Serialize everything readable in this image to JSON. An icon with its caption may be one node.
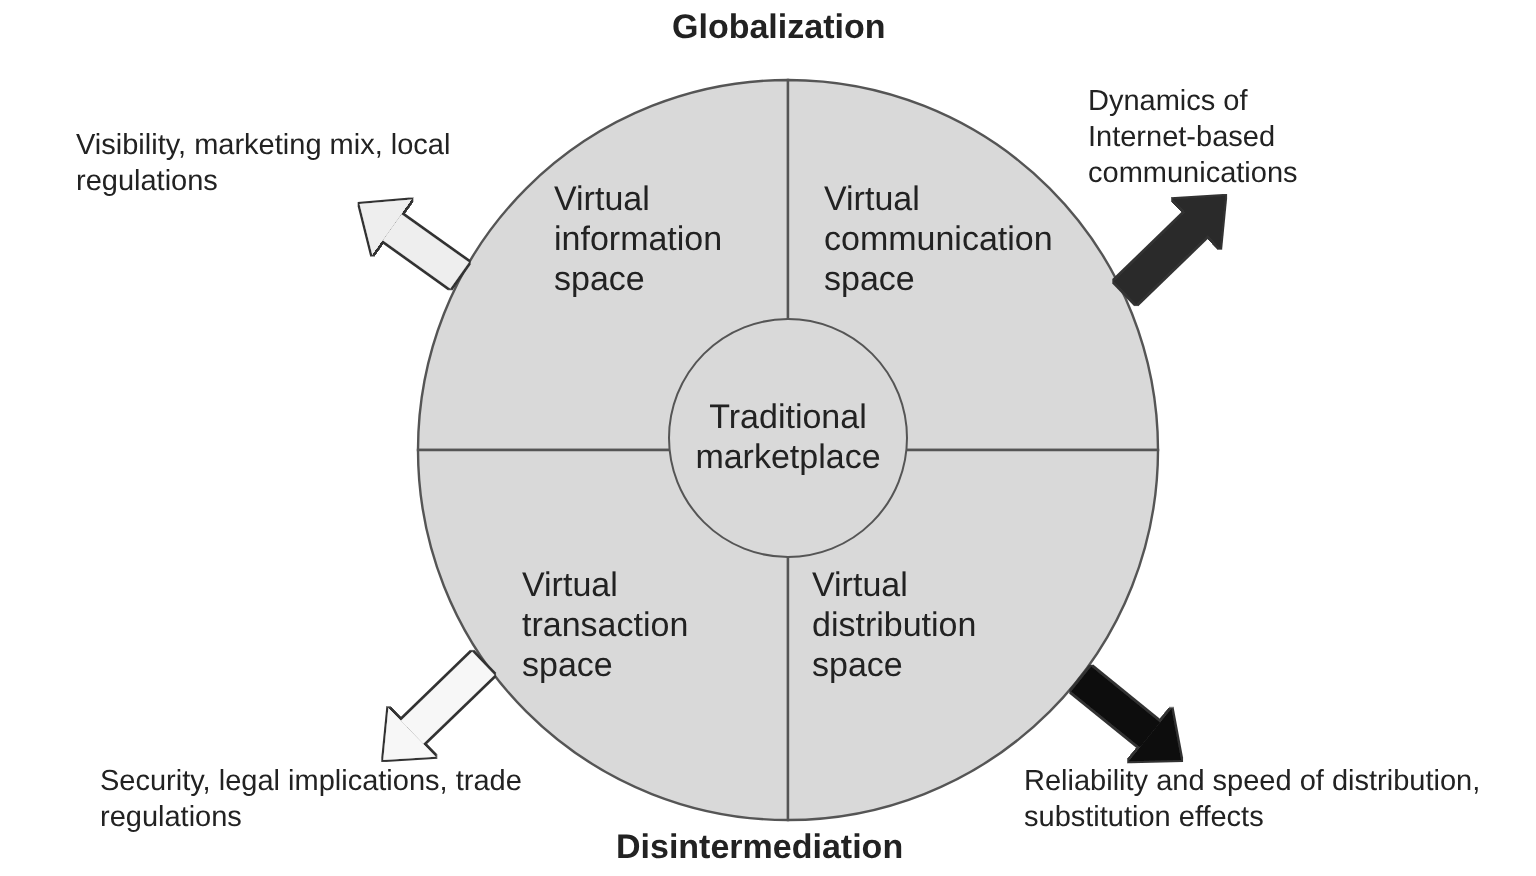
{
  "diagram": {
    "nodes": [
      {
        "text": [],
        "shape": "circle"
      },
      {
        "text": [
          "Virtual information space"
        ],
        "in": 0
      },
      {
        "text": [
          "Virtual communication space"
        ],
        "in": 0
      },
      {
        "text": [
          "Traditional marketplace"
        ],
        "in": 0
      },
      {
        "text": [
          "Virtual transaction space"
        ],
        "in": 0
      },
      {
        "text": [
          "Virtual distribution space"
        ],
        "in": 0
      },
      {
        "text": [
          "Visibility, marketing mix, local regulations"
        ]
      },
      {
        "text": [
          "Dynamics of Internet-based communications"
        ]
      },
      {
        "text": [
          "Security, legal implications, trade regulations"
        ]
      },
      {
        "text": [
          "Reliability and speed of distribution, substitution effects"
        ]
      }
    ],
    "edges": [
      {
        "from": 1,
        "to": 6,
        "arrow": "to",
        "color": "#eeeeee"
      },
      {
        "from": 2,
        "to": 7,
        "arrow": "to",
        "color": "#2a2a2a"
      },
      {
        "from": 4,
        "to": 8,
        "arrow": "to",
        "color": "#f7f7f7"
      },
      {
        "from": 5,
        "to": 9,
        "arrow": "to",
        "color": "#0a0a0a"
      }
    ],
    "labels": [
      "Globalization",
      "Disintermediation"
    ]
  }
}
